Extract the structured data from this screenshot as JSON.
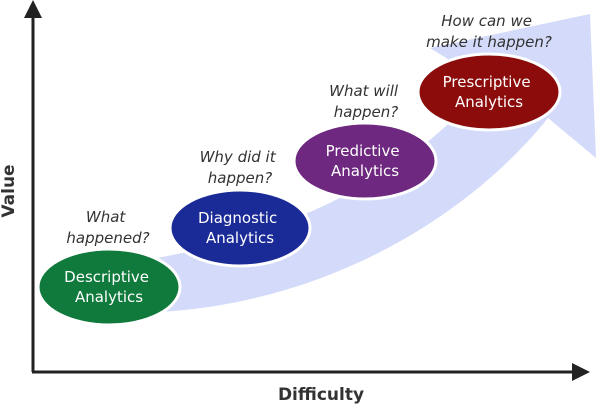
{
  "axes": {
    "x_label": "Difficulty",
    "y_label": "Value"
  },
  "colors": {
    "axis": "#222222",
    "growth_arrow": "#d4daf9",
    "descriptive": "#107a3c",
    "diagnostic": "#1a2a96",
    "predictive": "#6e2880",
    "prescriptive": "#8c0b0b"
  },
  "stages": [
    {
      "id": "descriptive",
      "line1": "Descriptive",
      "line2": "Analytics",
      "question_line1": "What",
      "question_line2": "happened?"
    },
    {
      "id": "diagnostic",
      "line1": "Diagnostic",
      "line2": "Analytics",
      "question_line1": "Why did it",
      "question_line2": "happen?"
    },
    {
      "id": "predictive",
      "line1": "Predictive",
      "line2": "Analytics",
      "question_line1": "What will",
      "question_line2": "happen?"
    },
    {
      "id": "prescriptive",
      "line1": "Prescriptive",
      "line2": "Analytics",
      "question_line1": "How can we",
      "question_line2": "make it happen?"
    }
  ]
}
